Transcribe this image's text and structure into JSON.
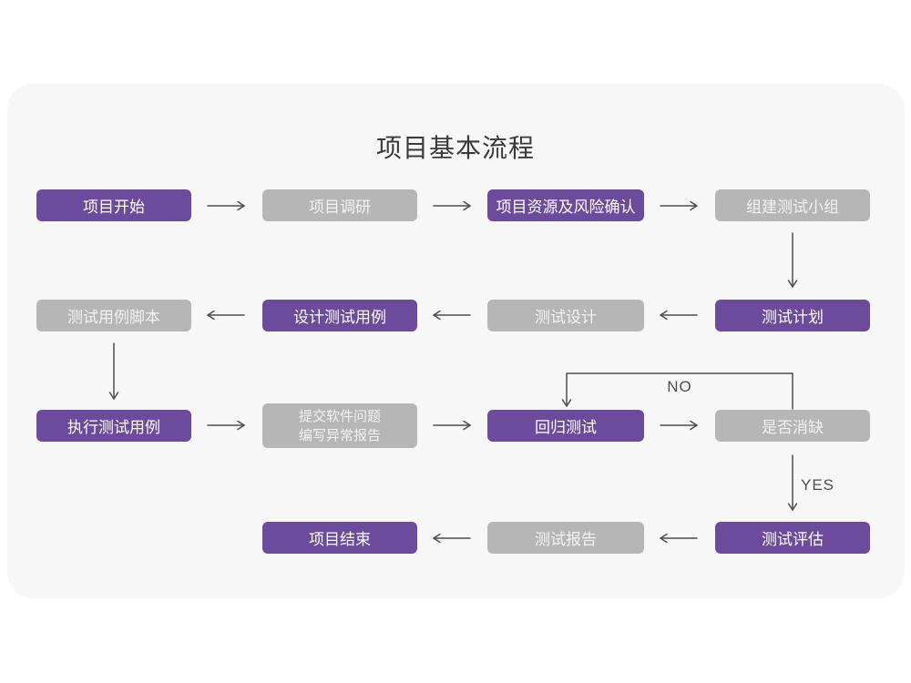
{
  "title": "项目基本流程",
  "colors": {
    "purple": "#6C4B9D",
    "gray": "#B6B6B6",
    "card_bg": "#F7F7F7",
    "page_bg": "#FFFFFF",
    "arrow": "#4D4D4D",
    "node_text": "#FFFFFF",
    "title_text": "#3A3A3A"
  },
  "branch_labels": {
    "no": "NO",
    "yes": "YES"
  },
  "nodes": [
    {
      "text": "项目开始",
      "variant": "purple"
    },
    {
      "text": "项目调研",
      "variant": "gray"
    },
    {
      "text": "项目资源及风险确认",
      "variant": "purple"
    },
    {
      "text": "组建测试小组",
      "variant": "gray"
    },
    {
      "text": "测试用例脚本",
      "variant": "gray"
    },
    {
      "text": "设计测试用例",
      "variant": "purple"
    },
    {
      "text": "测试设计",
      "variant": "gray"
    },
    {
      "text": "测试计划",
      "variant": "purple"
    },
    {
      "text": "执行测试用例",
      "variant": "purple"
    },
    {
      "lines": [
        "提交软件问题",
        "编写异常报告"
      ],
      "variant": "gray"
    },
    {
      "text": "回归测试",
      "variant": "purple"
    },
    {
      "text": "是否消缺",
      "variant": "gray"
    },
    {
      "text": "项目结束",
      "variant": "purple"
    },
    {
      "text": "测试报告",
      "variant": "gray"
    },
    {
      "text": "测试评估",
      "variant": "purple"
    }
  ]
}
